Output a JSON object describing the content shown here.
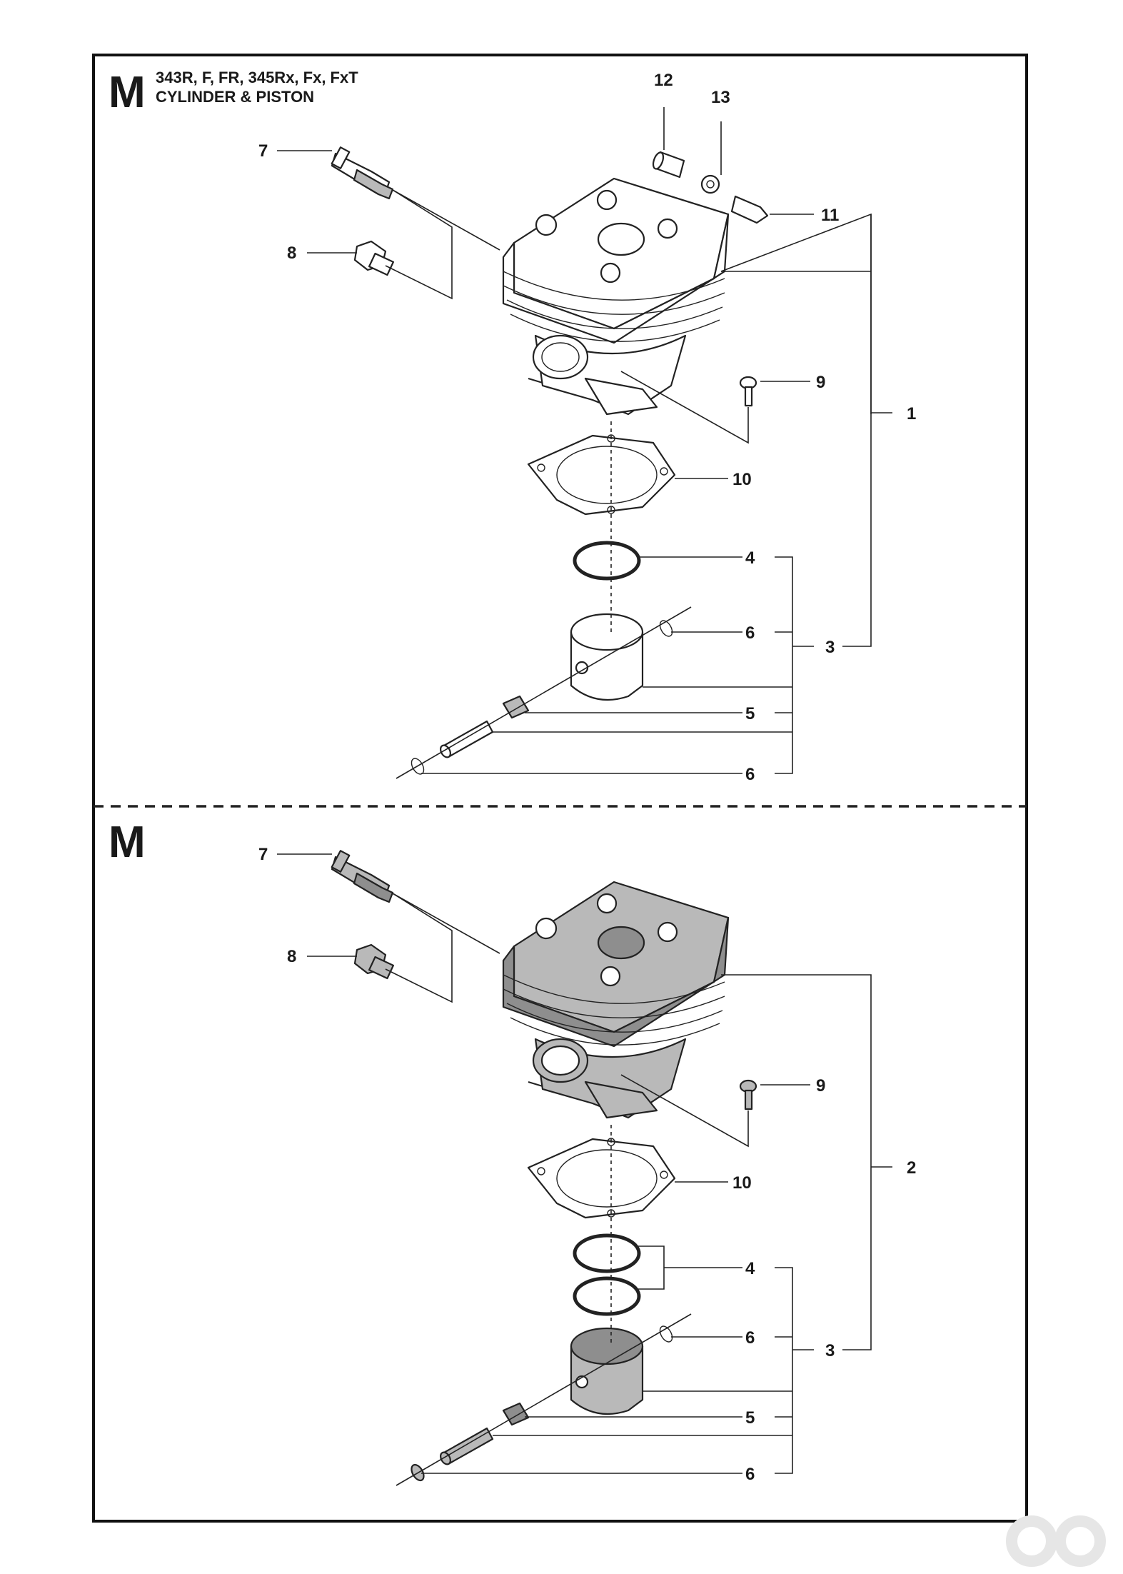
{
  "sections": [
    {
      "letter": "M",
      "header_line1": "343R, F, FR, 345Rx, Fx, FxT",
      "header_line2": "CYLINDER & PISTON",
      "callouts": {
        "c12": "12",
        "c13": "13",
        "c7": "7",
        "c11": "11",
        "c8": "8",
        "c9": "9",
        "c1": "1",
        "c10": "10",
        "c4": "4",
        "c6a": "6",
        "c3": "3",
        "c5": "5",
        "c6b": "6"
      }
    },
    {
      "letter": "M",
      "callouts": {
        "c7": "7",
        "c8": "8",
        "c9": "9",
        "c2": "2",
        "c10": "10",
        "c4": "4",
        "c6a": "6",
        "c3": "3",
        "c5": "5",
        "c6b": "6"
      }
    }
  ],
  "colors": {
    "line": "#222222",
    "part_fill_light": "#ffffff",
    "part_fill_shaded": "#b9b9b9",
    "watermark": "#e6e6e6"
  },
  "icons": {
    "watermark": "logo-watermark-icon"
  }
}
